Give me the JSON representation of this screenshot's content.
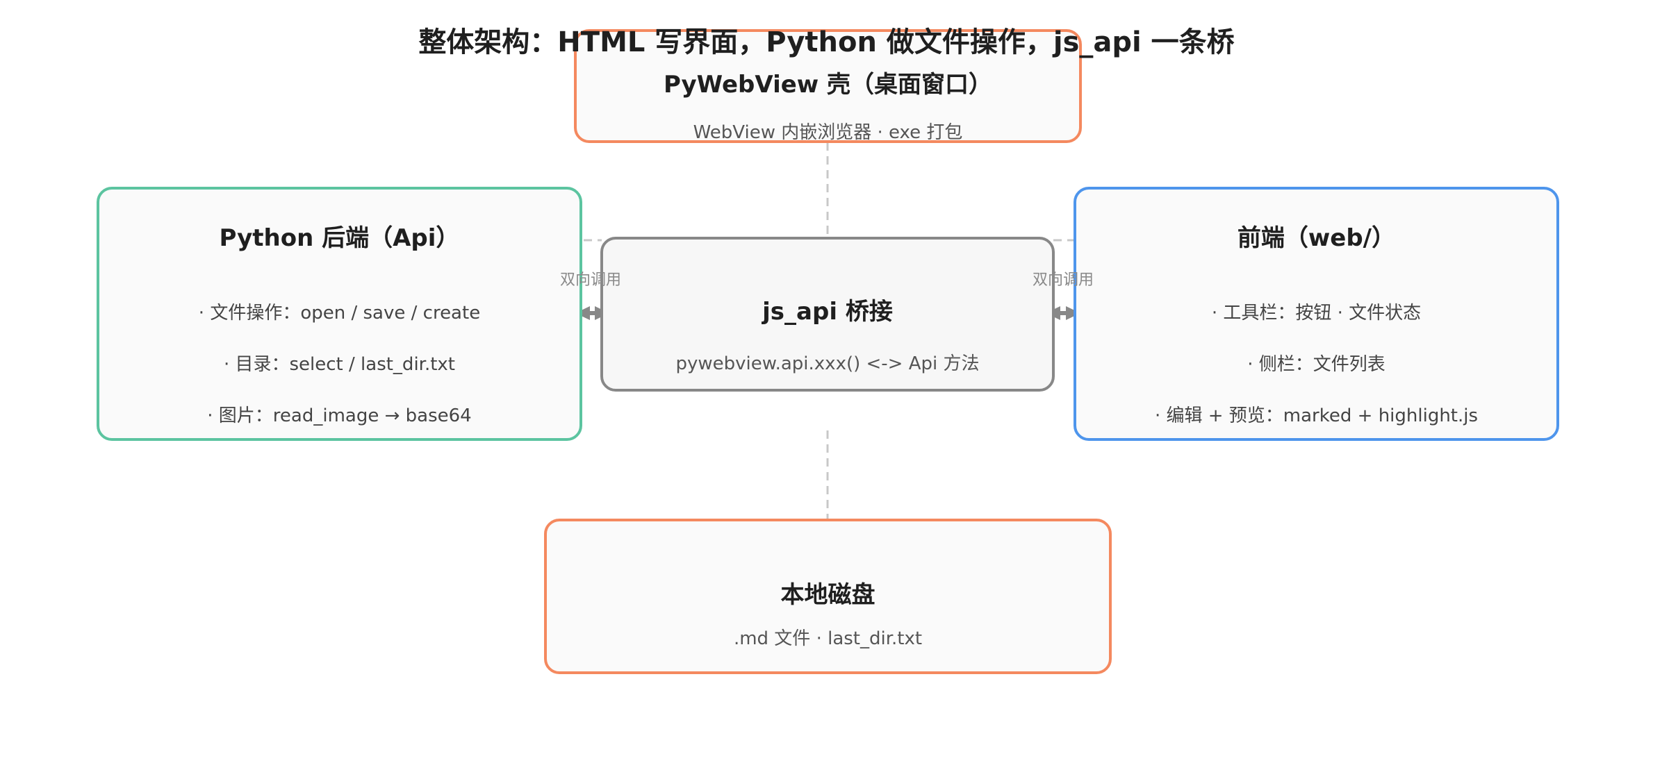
{
  "title": "整体架构：HTML 写界面，Python 做文件操作，js_api 一条桥",
  "colors": {
    "shell_border": "#f4895f",
    "backend_border": "#5cc4a0",
    "frontend_border": "#4e95ec",
    "bridge_border": "#888888",
    "disk_border": "#f4895f",
    "connector": "#c8c8c8",
    "arrow": "#888888"
  },
  "shell": {
    "title": "PyWebView 壳（桌面窗口）",
    "subtitle": "WebView 内嵌浏览器 · exe 打包"
  },
  "backend": {
    "title": "Python 后端（Api）",
    "items": [
      "· 文件操作：open / save / create",
      "· 目录：select / last_dir.txt",
      "· 图片：read_image → base64"
    ]
  },
  "bridge": {
    "title": "js_api 桥接",
    "subtitle": "pywebview.api.xxx() <-> Api 方法"
  },
  "frontend": {
    "title": "前端（web/）",
    "items": [
      "· 工具栏：按钮 · 文件状态",
      "· 侧栏：文件列表",
      "· 编辑 + 预览：marked + highlight.js"
    ]
  },
  "disk": {
    "title": "本地磁盘",
    "subtitle": ".md 文件 · last_dir.txt"
  },
  "connectors": {
    "left_label": "双向调用",
    "right_label": "双向调用"
  }
}
